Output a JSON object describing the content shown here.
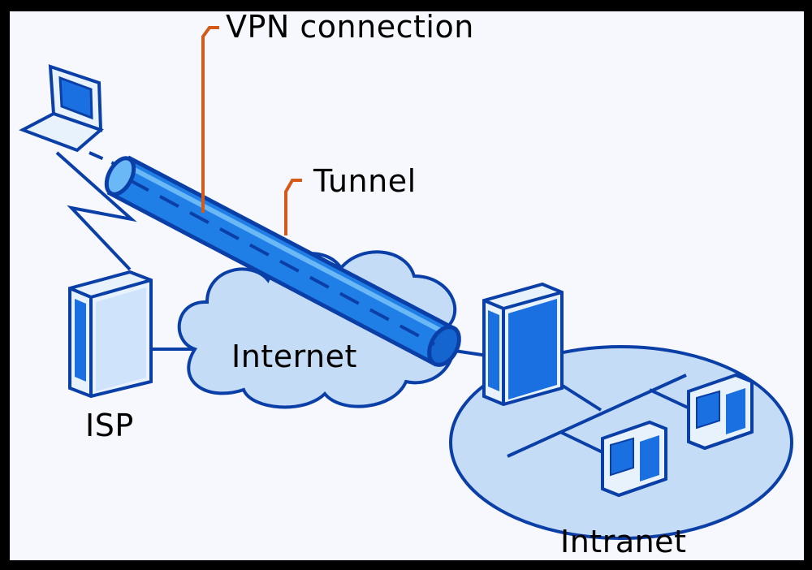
{
  "labels": {
    "vpn_connection": "VPN connection",
    "tunnel": "Tunnel",
    "internet": "Internet",
    "isp": "ISP",
    "intranet": "Intranet"
  },
  "colors": {
    "background": "#f6f8fd",
    "outline": "#0b3fa8",
    "tunnel_fill": "#1f7fe6",
    "tunnel_highlight": "#6bb8f7",
    "cloud_fill": "#c5dcf6",
    "device_fill": "#e8f2fd",
    "device_accent": "#1a70e0",
    "callout_line": "#d45a1a",
    "text": "#000000"
  },
  "icons": [
    "laptop-icon",
    "server-icon",
    "workstation-icon",
    "cloud-icon",
    "lightning-link-icon",
    "tunnel-icon"
  ]
}
